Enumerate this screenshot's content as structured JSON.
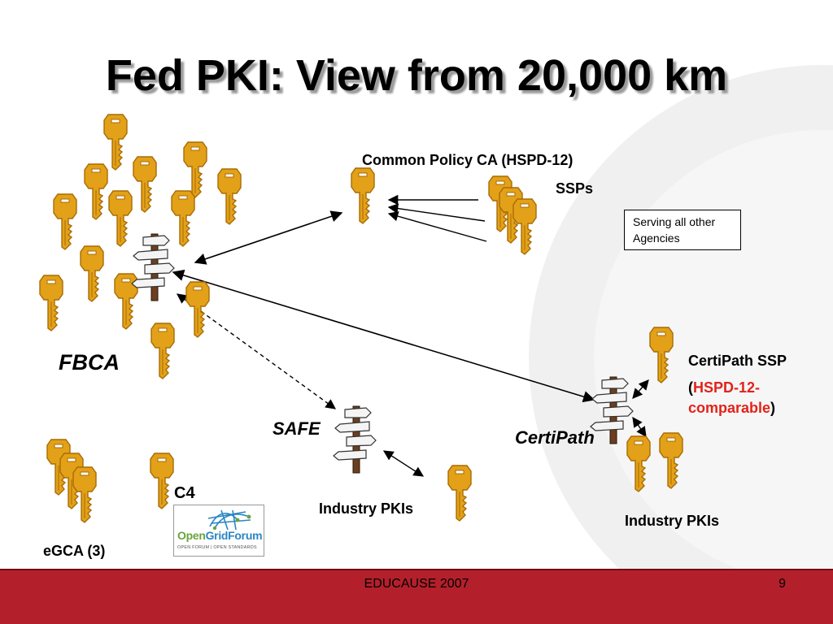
{
  "slide": {
    "title": "Fed PKI: View from 20,000 km",
    "footer_text": "EDUCAUSE 2007",
    "page_number": "9"
  },
  "labels": {
    "common_policy": "Common Policy CA (HSPD-12)",
    "ssps": "SSPs",
    "fbca": "FBCA",
    "safe": "SAFE",
    "certipath": "CertiPath",
    "certipath_ssp_line1": "CertiPath SSP",
    "certipath_ssp_open": "(",
    "certipath_ssp_red1": "HSPD-12-",
    "certipath_ssp_red2": "comparable",
    "certipath_ssp_close": ")",
    "industry_pkis_1": "Industry PKIs",
    "industry_pkis_2": "Industry PKIs",
    "c4": "C4",
    "egca": "eGCA (3)"
  },
  "note_box": {
    "line1": "Serving all other",
    "line2": "Agencies"
  },
  "logo": {
    "name_part1": "Open",
    "name_part2": "GridForum",
    "tagline": "OPEN FORUM | OPEN STANDARDS"
  },
  "colors": {
    "key": "#e2a118",
    "key_stroke": "#a86c05",
    "footer": "#b3202b",
    "highlight_red": "#e2231a"
  },
  "icons": [
    "key-icon",
    "signpost-icon"
  ]
}
